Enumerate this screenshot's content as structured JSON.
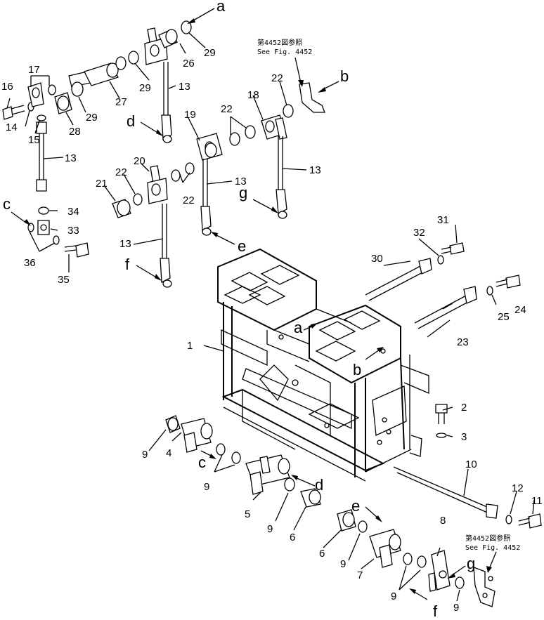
{
  "callouts": [
    "1",
    "2",
    "3",
    "4",
    "5",
    "6",
    "6",
    "7",
    "8",
    "9",
    "9",
    "9",
    "9",
    "9",
    "9",
    "10",
    "11",
    "12",
    "13",
    "13",
    "13",
    "13",
    "13",
    "14",
    "15",
    "16",
    "17",
    "18",
    "19",
    "20",
    "21",
    "22",
    "22",
    "22",
    "22",
    "23",
    "24",
    "25",
    "26",
    "27",
    "28",
    "29",
    "29",
    "29",
    "30",
    "31",
    "32",
    "33",
    "34",
    "35",
    "36"
  ],
  "letters": [
    "a",
    "a",
    "b",
    "b",
    "c",
    "c",
    "d",
    "d",
    "e",
    "e",
    "f",
    "f",
    "g",
    "g"
  ],
  "references": [
    {
      "jp": "第4452図参照",
      "en": "See Fig. 4452"
    },
    {
      "jp": "第4452図参照",
      "en": "See Fig. 4452"
    }
  ]
}
